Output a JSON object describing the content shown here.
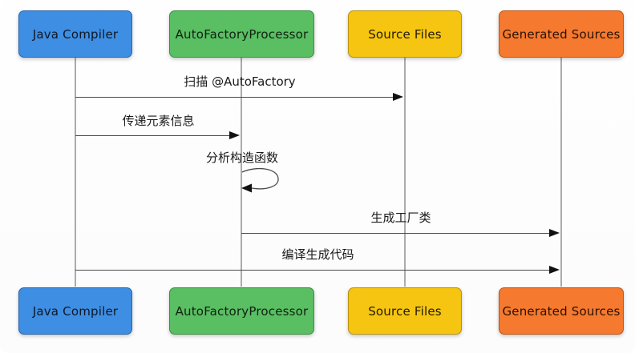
{
  "diagram": {
    "type": "sequence-diagram",
    "title": "",
    "actors": [
      {
        "name": "Java Compiler",
        "fill": "#3E8EE3",
        "border": "#2766AE",
        "text_color": "#0e1828"
      },
      {
        "name": "AutoFactoryProcessor",
        "fill": "#5ABE62",
        "border": "#3B8F44",
        "text_color": "#0f2212"
      },
      {
        "name": "Source Files",
        "fill": "#F5C511",
        "border": "#B8920C",
        "text_color": "#241c02"
      },
      {
        "name": "Generated Sources",
        "fill": "#F5792E",
        "border": "#BF5517",
        "text_color": "#2a1204"
      }
    ],
    "messages": [
      {
        "label": "扫描 @AutoFactory",
        "from": "Java Compiler",
        "to": "Source Files",
        "type": "arrow"
      },
      {
        "label": "传递元素信息",
        "from": "Java Compiler",
        "to": "AutoFactoryProcessor",
        "type": "arrow"
      },
      {
        "label": "分析构造函数",
        "from": "AutoFactoryProcessor",
        "to": "AutoFactoryProcessor",
        "type": "self-loop"
      },
      {
        "label": "生成工厂类",
        "from": "AutoFactoryProcessor",
        "to": "Generated Sources",
        "type": "arrow"
      },
      {
        "label": "编译生成代码",
        "from": "Java Compiler",
        "to": "Generated Sources",
        "type": "arrow"
      }
    ],
    "style": {
      "lifeline_color": "#ababab",
      "message_line_color": "#4a4a4a",
      "arrowhead_color": "#111111",
      "message_text_color": "#1a1a1a",
      "background": "#fdfdfd"
    }
  }
}
